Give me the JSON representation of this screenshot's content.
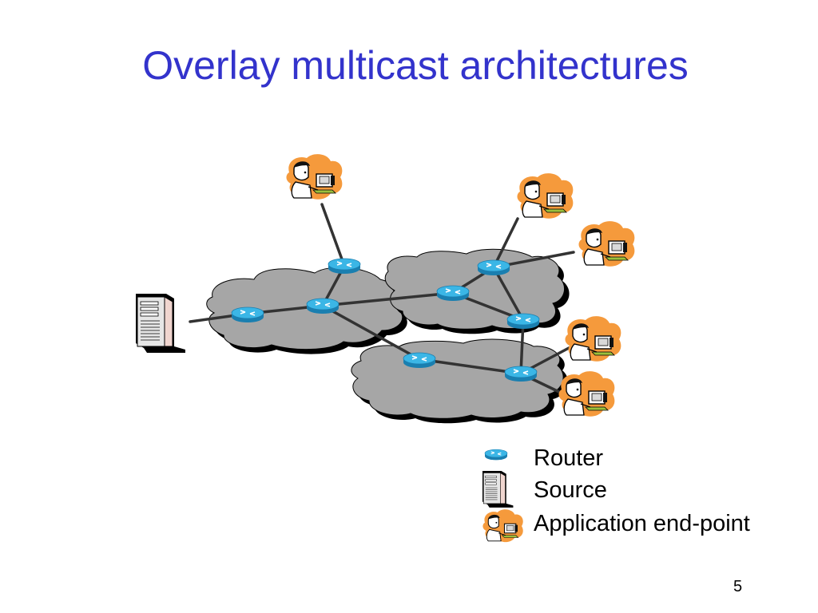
{
  "title": "Overlay multicast architectures",
  "legend": {
    "router": "Router",
    "source": "Source",
    "endpoint": "Application end-point"
  },
  "page_number": "5",
  "colors": {
    "title": "#3333cc",
    "cloud_fill": "#a6a6a6",
    "router": "#2aa8d8",
    "endpoint_blob": "#f59a3c",
    "link": "#333333"
  },
  "icons": {
    "router": "router-icon",
    "source": "server-icon",
    "endpoint": "user-at-computer-icon"
  }
}
